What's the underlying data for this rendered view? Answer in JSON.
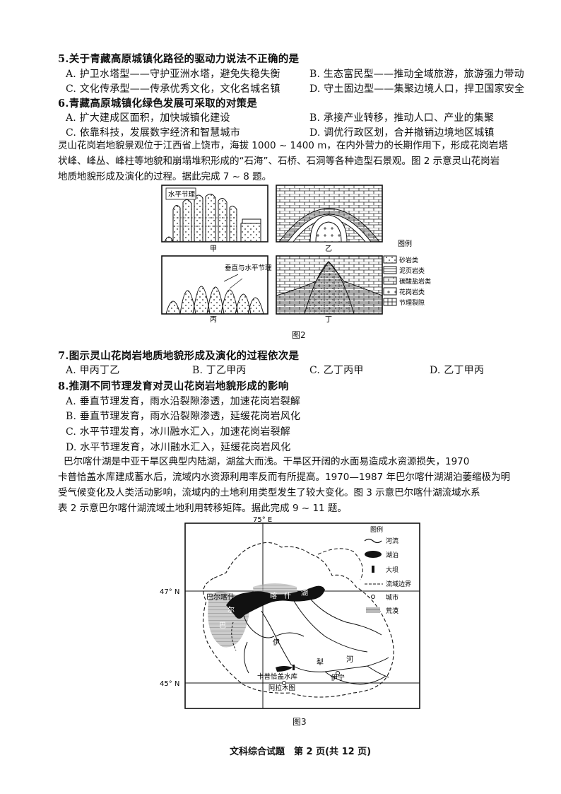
{
  "q5": {
    "stem": "5.关于青藏高原城镇化路径的驱动力说法不正确的是",
    "A": "A. 护卫水塔型——守护亚洲水塔，避免失稳失衡",
    "B": "B. 生态富民型——推动全域旅游，旅游强力带动",
    "C": "C. 文化传承型——传承优秀文化，文化名城名镇",
    "D": "D. 守土固边型——集聚边境人口，捍卫国家安全"
  },
  "q6": {
    "stem": "6.青藏高原城镇化绿色发展可采取的对策是",
    "A": "A. 扩大建成区面积，加快城镇化建设",
    "B": "B. 承接产业转移，推动人口、产业的集聚",
    "C": "C. 依靠科技，发展数字经济和智慧城市",
    "D": "D. 调优行政区划，合并撤销边境地区城镇"
  },
  "passage1": [
    "灵山花岗岩地貌景观位于江西省上饶市，海拔 1000 ~ 1400 m，在内外营力的长期作用下，形成花岗岩塔",
    "状峰、峰丛、峰柱等地貌和崩塌堆积形成的“石海”、石桥、石洞等各种造型石景观。图 2 示意灵山花岗岩",
    "地质地貌形成及演化的过程。据此完成 7 ~ 8 题。"
  ],
  "fig2": {
    "caption": "图2",
    "panel_jia": "甲",
    "panel_yi": "乙",
    "panel_bing": "丙",
    "panel_ding": "丁",
    "label_horizontal": "水平节理",
    "label_vertical": "垂直与水平节理",
    "legend_title": "图例",
    "legend": [
      "砂岩类",
      "泥页岩类",
      "碳酸盐岩类",
      "花岗岩类",
      "节理裂隙"
    ]
  },
  "q7": {
    "stem": "7.图示灵山花岗岩地质地貌形成及演化的过程依次是",
    "A": "A. 甲丙丁乙",
    "B": "B. 丁乙甲丙",
    "C": "C. 乙丁丙甲",
    "D": "D. 乙丁甲丙"
  },
  "q8": {
    "stem": "8.推测不同节理发育对灵山花岗岩地貌形成的影响",
    "A": "A. 垂直节理发育，雨水沿裂隙渗透，加速花岗岩裂解",
    "B": "B. 垂直节理发育，雨水沿裂隙渗透，延缓花岗岩风化",
    "C": "C. 水平节理发育，冰川融水汇入，加速花岗岩裂解",
    "D": "D. 水平节理发育，冰川融水汇入，延缓花岗岩风化"
  },
  "passage2": [
    "巴尔喀什湖是中亚干旱区典型内陆湖，湖盆大而浅。干旱区开阔的水面易造成水资源损失，1970",
    "卡普恰盖水库建成蓄水后，流域内水资源利用率反而有所提高。1970—1987 年巴尔喀什湖湖泊萎缩极为明",
    "受气候变化及人类活动影响，流域内的土地利用类型发生了较大变化。图 3 示意巴尔喀什湖流域水系",
    "表 2 示意巴尔喀什湖流域土地利用转移矩阵。据此完成 9 ~ 11 题。"
  ],
  "fig3": {
    "caption": "图3",
    "lon": "75° E",
    "lat47": "47°  N",
    "lat45": "45°  N",
    "lake_name_1": "巴尔喀什",
    "lake_name_2": "尔",
    "lake_name_3": "巴",
    "lake_name_4": "喀",
    "lake_name_5": "什",
    "lake_name_6": "湖",
    "river_1": "伊",
    "river_2": "犁",
    "river_3": "河",
    "city_yining": "伊宁",
    "reservoir": "卡普恰盖水库",
    "city_almaty": "阿拉木图",
    "legend_title": "图例",
    "legend": [
      "河流",
      "湖泊",
      "大坝",
      "流域边界",
      "城市",
      "荒漠"
    ]
  },
  "footer": "文科综合试题　第 2 页(共 12 页)"
}
